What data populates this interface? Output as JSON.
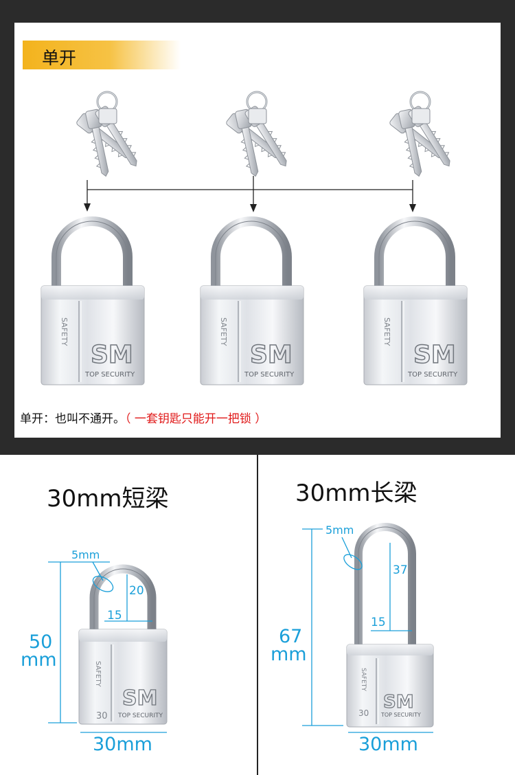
{
  "header": {
    "tag_label": "单开",
    "caption_main": "单开：也叫不通开。",
    "caption_note": "（ 一套钥匙只能开一把锁 ）"
  },
  "padlock": {
    "side_text": "SAFETY",
    "brand_logo": "SM",
    "brand_slogan": "TOP SECURITY",
    "size_marking": "30"
  },
  "short_shackle": {
    "title": "30mm短梁",
    "wire_diameter": "5mm",
    "inner_height": "20",
    "inner_width": "15",
    "total_height_value": "50",
    "total_height_unit": "mm",
    "body_width": "30mm"
  },
  "long_shackle": {
    "title": "30mm长梁",
    "wire_diameter": "5mm",
    "inner_height": "37",
    "inner_width": "15",
    "total_height_value": "67",
    "total_height_unit": "mm",
    "body_width": "30mm"
  },
  "colors": {
    "dimension_blue": "#1a9fd9",
    "tag_yellow": "#f3b31d",
    "note_red": "#e01818",
    "frame_dark": "#2b2b2b"
  }
}
